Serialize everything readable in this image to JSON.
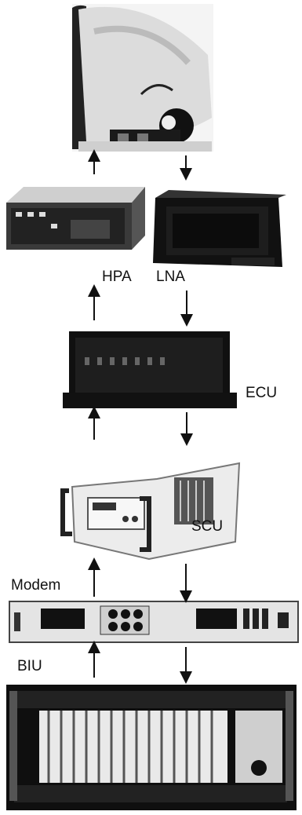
{
  "labels": {
    "hpa": "HPA",
    "lna": "LNA",
    "ecu": "ECU",
    "scu": "SCU",
    "modem": "Modem",
    "biu": "BIU"
  },
  "colors": {
    "background": "#ffffff",
    "device_dark": "#111111",
    "device_light": "#e8e8e8",
    "arrow": "#111111"
  },
  "icons": [
    "antenna-dish-photo",
    "hpa-unit-photo",
    "lna-unit-photo",
    "ecu-unit-photo",
    "scu-unit-photo",
    "modem-unit-photo",
    "biu-rack-photo",
    "arrow-up-icon",
    "arrow-down-icon"
  ]
}
